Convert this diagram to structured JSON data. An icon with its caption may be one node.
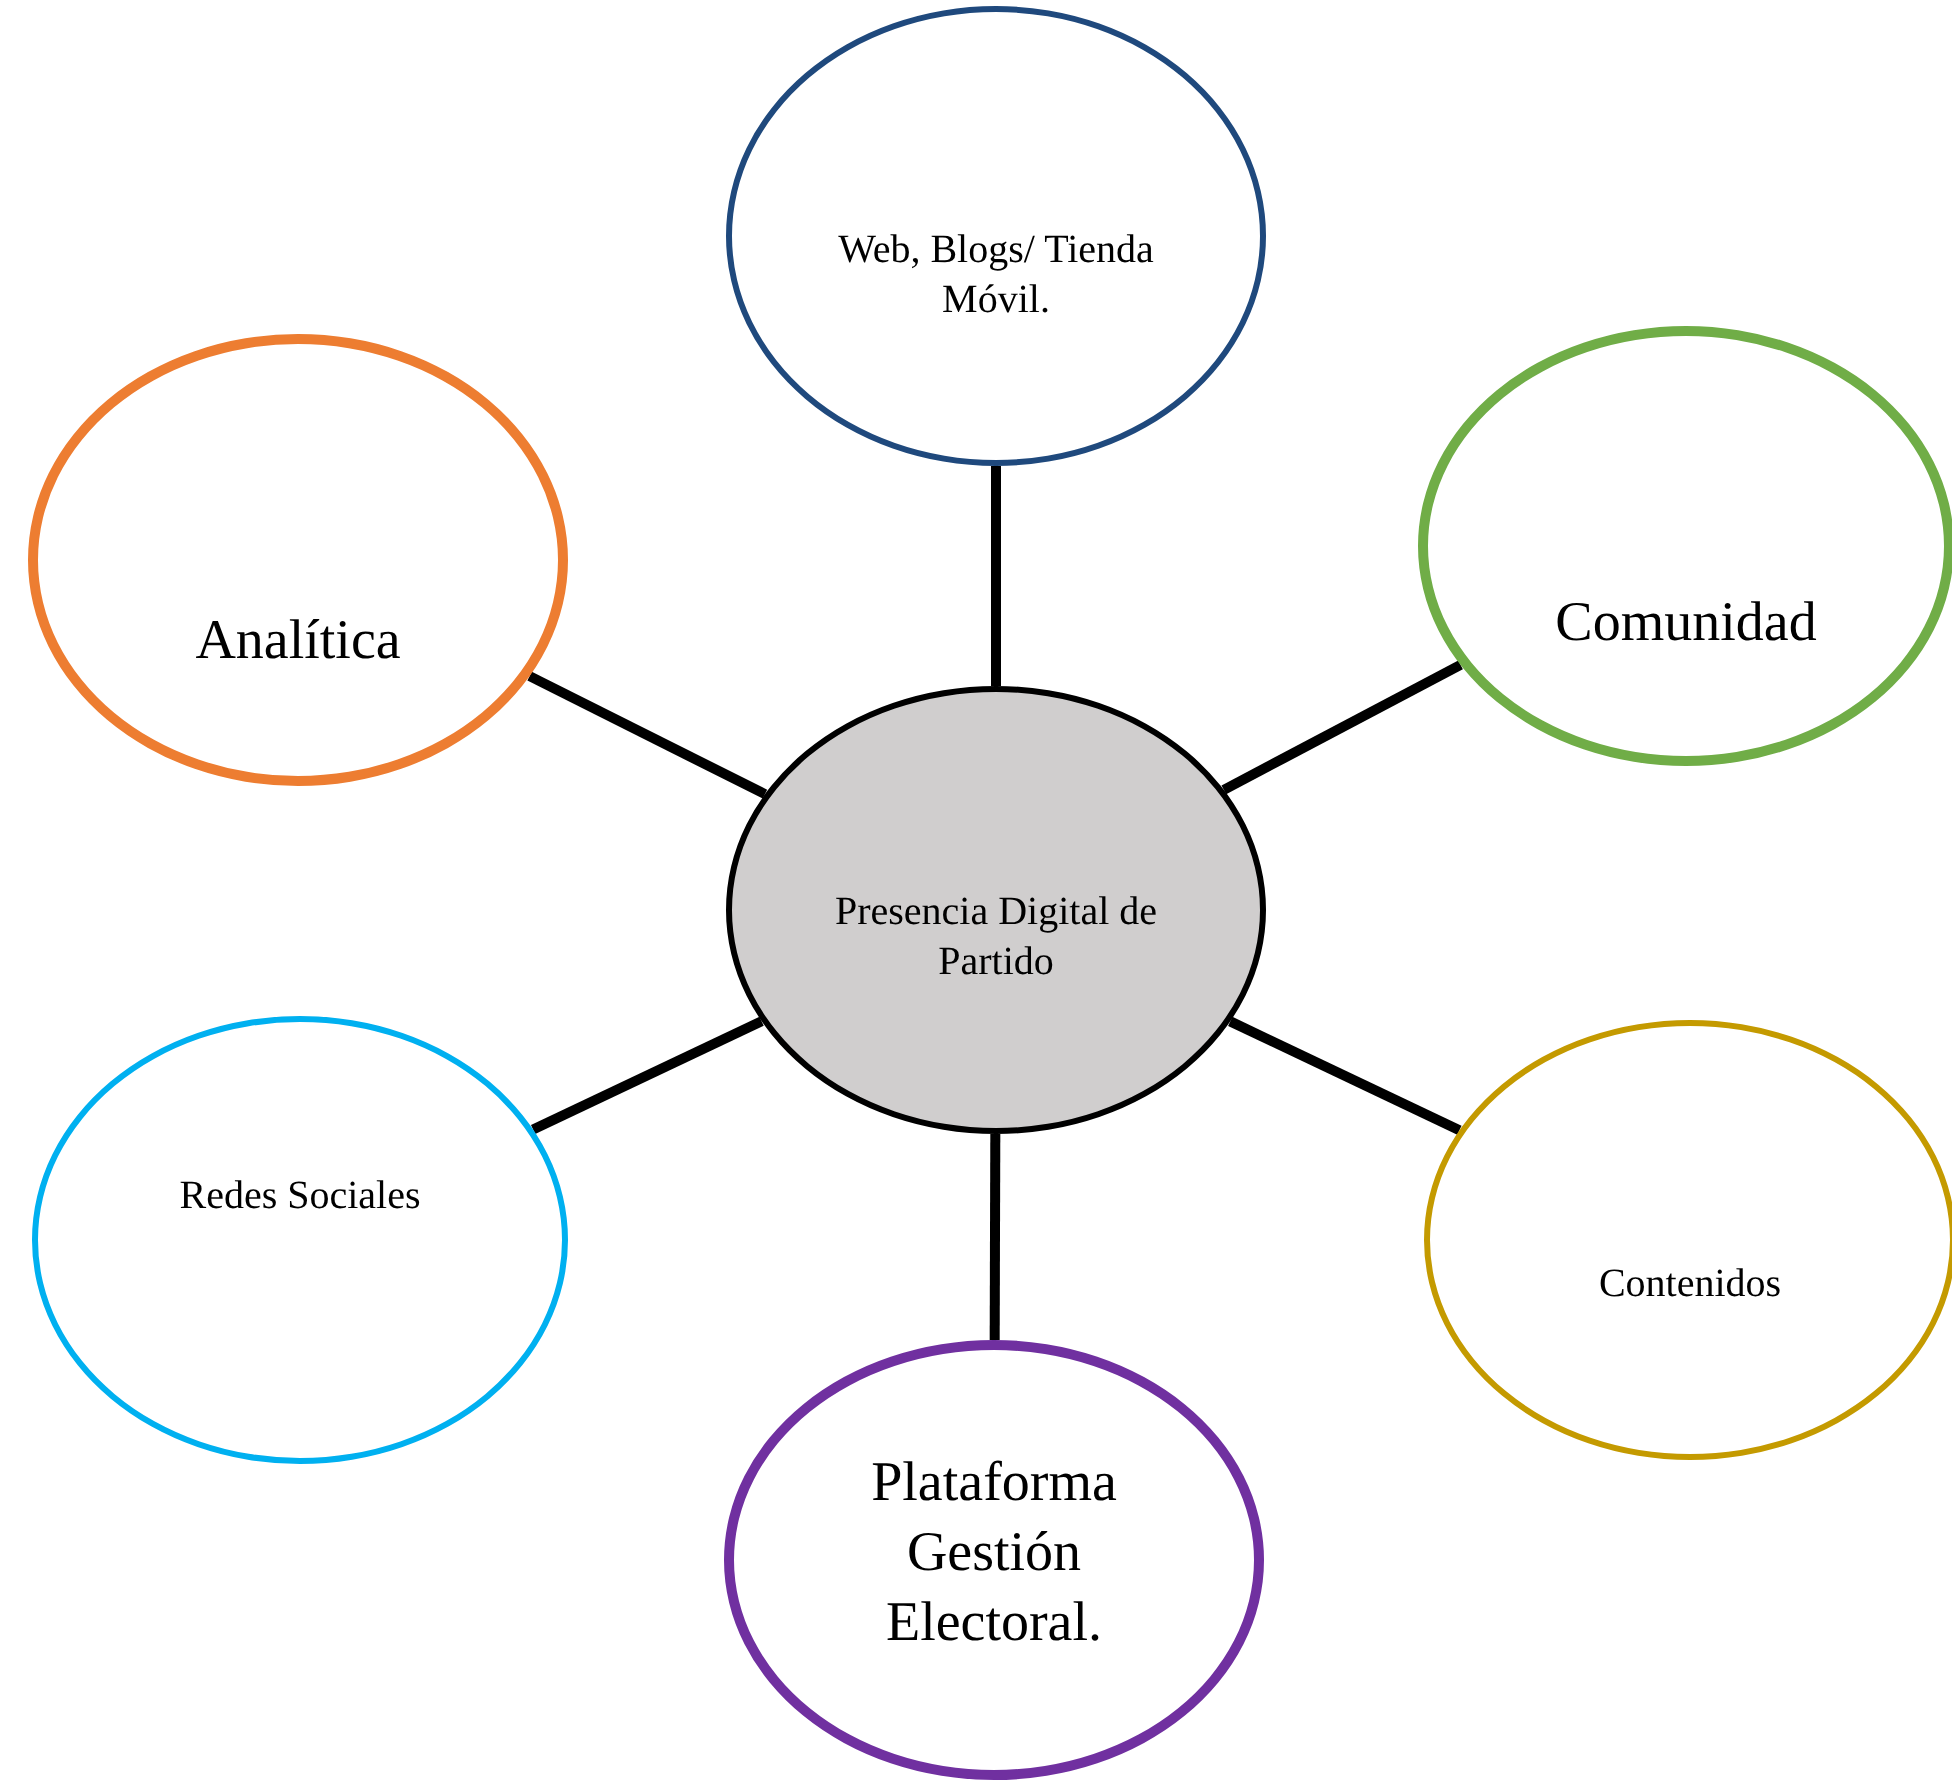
{
  "diagram": {
    "nodes": [
      {
        "text": [
          "Web, Blogs/ Tienda Móvil."
        ]
      },
      {
        "text": [
          "Comunidad"
        ]
      },
      {
        "text": [
          "Analítica"
        ]
      },
      {
        "text": [
          "Presencia Digital de Partido"
        ]
      },
      {
        "text": [
          "Redes Sociales"
        ]
      },
      {
        "text": [
          "Contenidos"
        ]
      },
      {
        "text": [
          "Plataforma Gestión Electoral."
        ]
      }
    ],
    "edges": [
      {
        "from": 3,
        "to": 0,
        "arrow": "none"
      },
      {
        "from": 3,
        "to": 1,
        "arrow": "none"
      },
      {
        "from": 3,
        "to": 2,
        "arrow": "none"
      },
      {
        "from": 3,
        "to": 4,
        "arrow": "none"
      },
      {
        "from": 3,
        "to": 5,
        "arrow": "none"
      },
      {
        "from": 3,
        "to": 6,
        "arrow": "none"
      }
    ]
  }
}
